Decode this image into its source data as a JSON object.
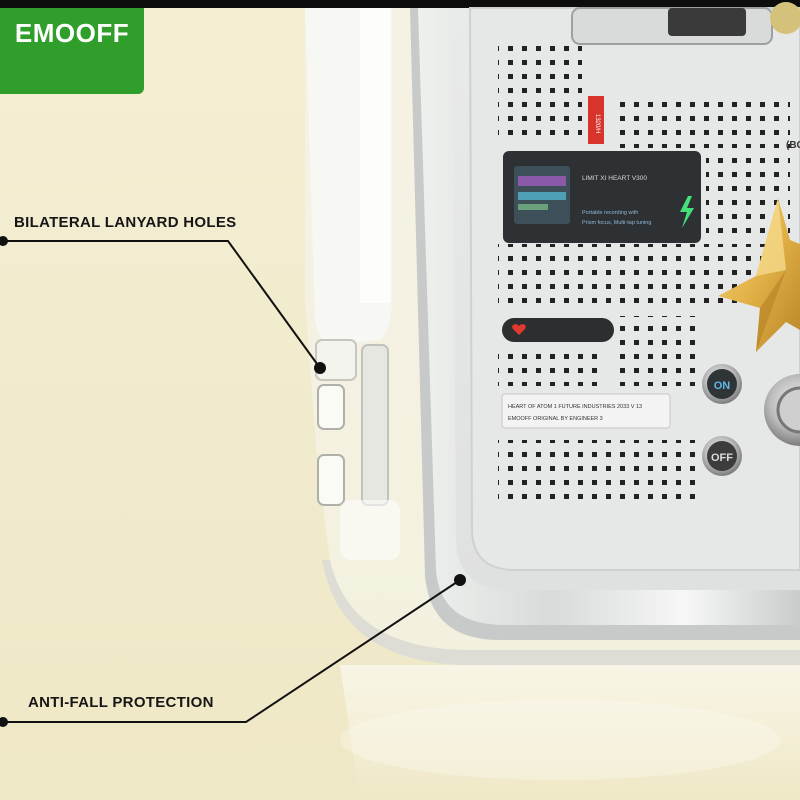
{
  "brand": {
    "name": "EMOOFF"
  },
  "callouts": {
    "lanyard": {
      "label": "BILATERAL LANYARD HOLES"
    },
    "antifall": {
      "label": "ANTI-FALL PROTECTION"
    }
  },
  "device": {
    "display_title": "LIMIT XI HEART V300",
    "display_lines": [
      "Portable recording with",
      "Prism focus, Multi-tap tuning"
    ],
    "info_lines": [
      "HEART OF ATOM   1   FUTURE INDUSTRIES 2033 V 13",
      "EMOOFF   ORIGINAL   BY ENGINEER 3"
    ],
    "button_on": "ON",
    "button_off": "OFF",
    "red_tag": "1320/H",
    "side_mark": "(BG"
  },
  "colors": {
    "brand_green": "#2f9e2a",
    "background": "#f2ecd0",
    "line": "#111111",
    "star_gold": "#e2b247",
    "button_dark": "#3c3c3c"
  }
}
